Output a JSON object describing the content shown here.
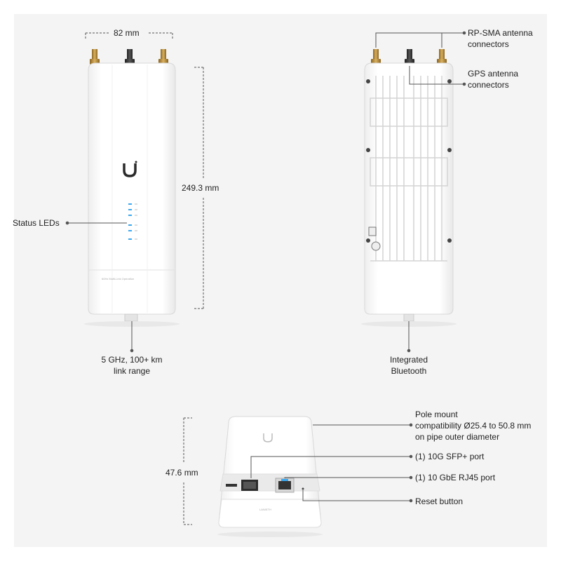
{
  "dimensions": {
    "width": "82 mm",
    "height": "249.3 mm",
    "depth": "47.6 mm"
  },
  "callouts": {
    "status_leds": "Status LEDs",
    "link_range_line1": "5 GHz, 100+ km",
    "link_range_line2": "link range",
    "rp_sma_line1": "RP-SMA antenna",
    "rp_sma_line2": "connectors",
    "gps_line1": "GPS antenna",
    "gps_line2": "connectors",
    "bluetooth_line1": "Integrated",
    "bluetooth_line2": "Bluetooth",
    "pole_line1": "Pole mount",
    "pole_line2": "compatibility Ø25.4 to 50.8 mm",
    "pole_line3": "on pipe outer diameter",
    "sfp_port": "(1) 10G SFP+ port",
    "rj45_port": "(1) 10 GbE RJ45 port",
    "reset_button": "Reset button"
  },
  "device": {
    "front_caption": "60Hz Multi-Link Operation",
    "bottom_caption": "LAN/ETH"
  },
  "colors": {
    "panel": "#f4f4f4",
    "device_body": "#ffffff",
    "device_edge": "#d8d8d8",
    "led": "#3aa8f0",
    "connector_gold": "#b88a3e",
    "connector_dark": "#3a3a3a",
    "leader_line": "#555555"
  }
}
